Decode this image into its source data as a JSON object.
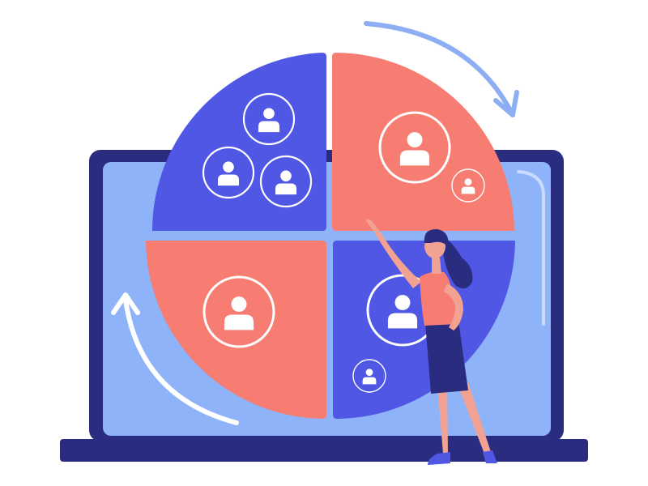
{
  "illustration": {
    "subject": "segmentation-pie-chart",
    "colors": {
      "navy": "#2A2C7F",
      "screen_blue": "#8FB3F8",
      "screen_highlight": "#C9DBFF",
      "segment_blue": "#4F57E4",
      "segment_coral": "#F77D72",
      "icon_light": "#FFFFFF",
      "arrow_blue": "#8DAEF2",
      "woman_skin": "#F2A293",
      "woman_top": "#F77D72",
      "woman_skirt": "#2A2C7F",
      "woman_hair": "#2A2C7F"
    },
    "segments": [
      {
        "id": "top-left",
        "color": "blue",
        "people": 3
      },
      {
        "id": "top-right",
        "color": "coral",
        "people": 2
      },
      {
        "id": "bottom-left",
        "color": "coral",
        "people": 1
      },
      {
        "id": "bottom-right",
        "color": "blue",
        "people": 2
      }
    ],
    "icons": [
      "person-icon",
      "cycle-arrow-icon"
    ]
  }
}
